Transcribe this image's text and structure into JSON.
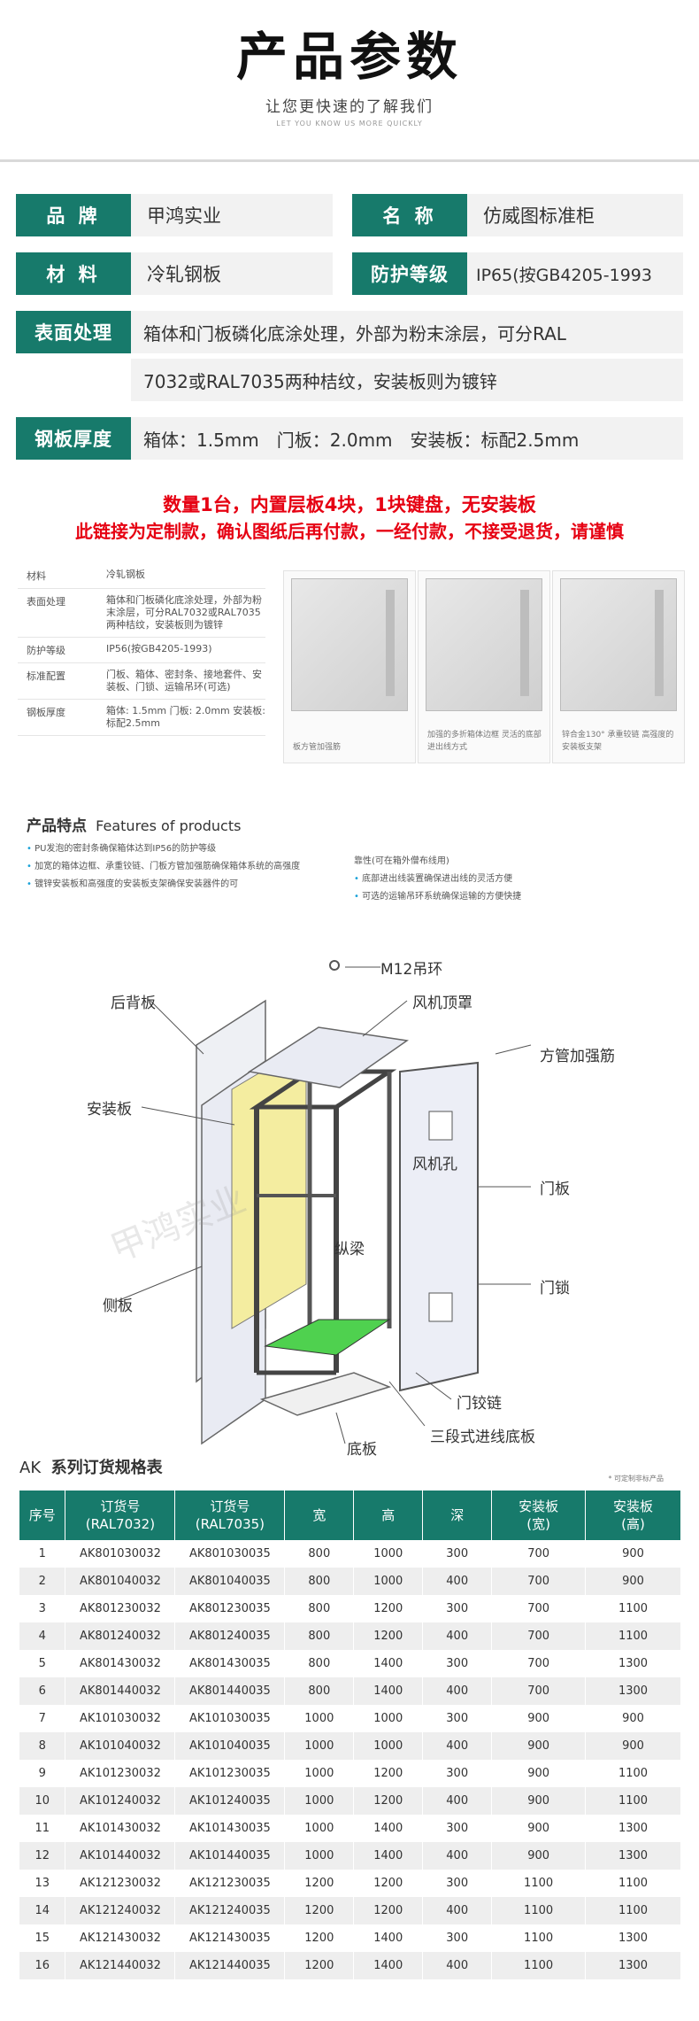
{
  "header": {
    "title": "产品参数",
    "subtitle": "让您更快速的了解我们",
    "subtitle_en": "LET YOU KNOW US MORE QUICKLY"
  },
  "params": {
    "brand_label": "品 牌",
    "brand_value": "甲鸿实业",
    "name_label": "名 称",
    "name_value": "仿威图标准柜",
    "material_label": "材 料",
    "material_value": "冷轧钢板",
    "protection_label": "防护等级",
    "protection_value": "IP65(按GB4205-1993",
    "surface_label": "表面处理",
    "surface_value_1": "箱体和门板磷化底涂处理，外部为粉末涂层，可分RAL",
    "surface_value_2": "7032或RAL7035两种桔纹，安装板则为镀锌",
    "thickness_label": "钢板厚度",
    "thickness_value": "箱体：1.5mm　门板：2.0mm　安装板：标配2.5mm"
  },
  "notice": {
    "line1": "数量1台，内置层板4块，1块键盘，无安装板",
    "line2": "此链接为定制款，确认图纸后再付款，一经付款，不接受退货，请谨慎"
  },
  "spec_image": {
    "rows": [
      {
        "k": "材料",
        "v": "冷轧钢板"
      },
      {
        "k": "表面处理",
        "v": "箱体和门板磷化底涂处理，外部为粉末涂层，可分RAL7032或RAL7035两种桔纹，安装板则为镀锌"
      },
      {
        "k": "防护等级",
        "v": "IP56(按GB4205-1993)"
      },
      {
        "k": "标准配置",
        "v": "门板、箱体、密封条、接地套件、安装板、门锁、运输吊环(可选)"
      },
      {
        "k": "钢板厚度",
        "v": "箱体: 1.5mm 门板: 2.0mm 安装板: 标配2.5mm"
      }
    ],
    "captions": [
      "板方管加强筋",
      "加强的多折箱体边框 灵活的底部进出线方式",
      "锌合金130° 承重较链 高强度的安装板支架"
    ]
  },
  "features": {
    "title_cn": "产品特点",
    "title_en": "Features of products",
    "left": [
      "PU发泡的密封条确保箱体达到IP56的防护等级",
      "加宽的箱体边框、承重铰链、门板方管加强筋确保箱体系统的高强度",
      "镀锌安装板和高强度的安装板支架确保安装器件的可"
    ],
    "right": [
      "靠性(可在箱外僧布线用)",
      "底部进出线装置确保进出线的灵活方便",
      "可选的运输吊环系统确保运输的方便快捷"
    ]
  },
  "diagram": {
    "labels": {
      "m12": "M12吊环",
      "back": "后背板",
      "fan_top": "风机顶罩",
      "mount": "安装板",
      "tube": "方管加强筋",
      "fan_hole": "风机孔",
      "door": "门板",
      "beam": "纵梁",
      "side": "侧板",
      "lock": "门锁",
      "hinge": "门铰链",
      "cable": "三段式进线底板",
      "bottom": "底板"
    },
    "watermark": "甲鸿实业"
  },
  "order": {
    "title_prefix": "AK",
    "title": "系列订货规格表",
    "note": "* 可定制非标产品",
    "headers": [
      "序号",
      "订货号\n(RAL7032)",
      "订货号\n(RAL7035)",
      "宽",
      "高",
      "深",
      "安装板\n(宽)",
      "安装板\n(高)"
    ],
    "rows": [
      [
        "1",
        "AK801030032",
        "AK801030035",
        "800",
        "1000",
        "300",
        "700",
        "900"
      ],
      [
        "2",
        "AK801040032",
        "AK801040035",
        "800",
        "1000",
        "400",
        "700",
        "900"
      ],
      [
        "3",
        "AK801230032",
        "AK801230035",
        "800",
        "1200",
        "300",
        "700",
        "1100"
      ],
      [
        "4",
        "AK801240032",
        "AK801240035",
        "800",
        "1200",
        "400",
        "700",
        "1100"
      ],
      [
        "5",
        "AK801430032",
        "AK801430035",
        "800",
        "1400",
        "300",
        "700",
        "1300"
      ],
      [
        "6",
        "AK801440032",
        "AK801440035",
        "800",
        "1400",
        "400",
        "700",
        "1300"
      ],
      [
        "7",
        "AK101030032",
        "AK101030035",
        "1000",
        "1000",
        "300",
        "900",
        "900"
      ],
      [
        "8",
        "AK101040032",
        "AK101040035",
        "1000",
        "1000",
        "400",
        "900",
        "900"
      ],
      [
        "9",
        "AK101230032",
        "AK101230035",
        "1000",
        "1200",
        "300",
        "900",
        "1100"
      ],
      [
        "10",
        "AK101240032",
        "AK101240035",
        "1000",
        "1200",
        "400",
        "900",
        "1100"
      ],
      [
        "11",
        "AK101430032",
        "AK101430035",
        "1000",
        "1400",
        "300",
        "900",
        "1300"
      ],
      [
        "12",
        "AK101440032",
        "AK101440035",
        "1000",
        "1400",
        "400",
        "900",
        "1300"
      ],
      [
        "13",
        "AK121230032",
        "AK121230035",
        "1200",
        "1200",
        "300",
        "1100",
        "1100"
      ],
      [
        "14",
        "AK121240032",
        "AK121240035",
        "1200",
        "1200",
        "400",
        "1100",
        "1100"
      ],
      [
        "15",
        "AK121430032",
        "AK121430035",
        "1200",
        "1400",
        "300",
        "1100",
        "1300"
      ],
      [
        "16",
        "AK121440032",
        "AK121440035",
        "1200",
        "1400",
        "400",
        "1100",
        "1300"
      ]
    ]
  },
  "colors": {
    "brand_green": "#177a6b",
    "notice_red": "#e60012",
    "row_gray": "#eeeeee"
  }
}
